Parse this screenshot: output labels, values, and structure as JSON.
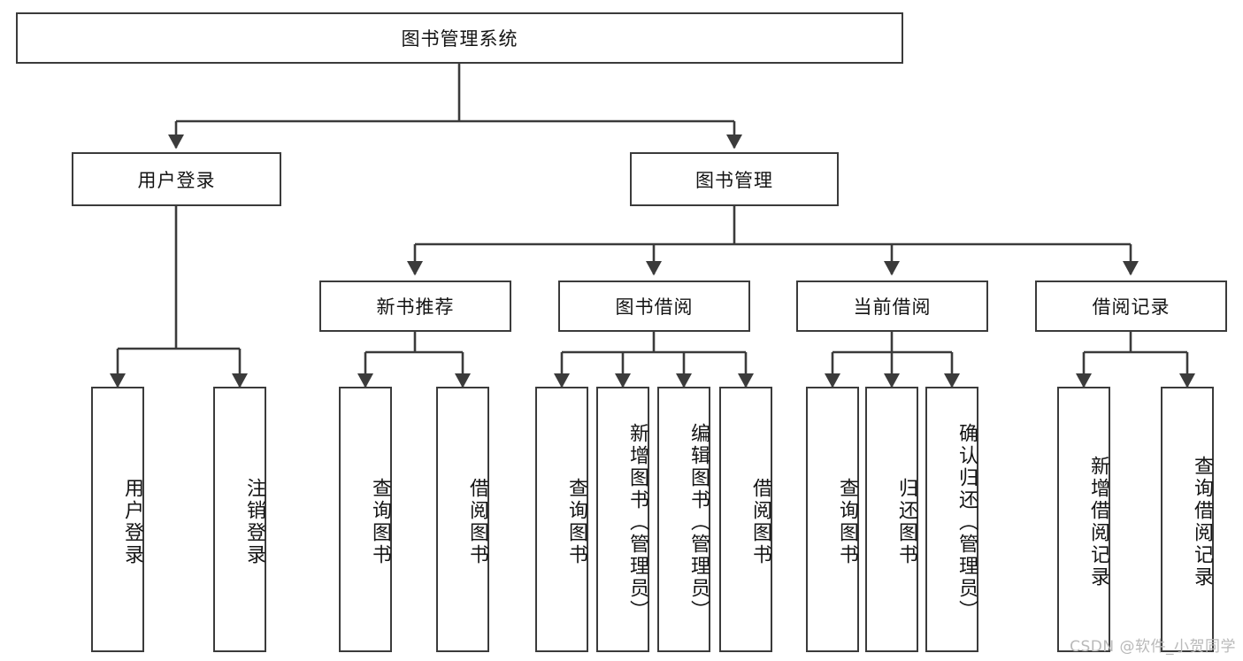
{
  "diagram": {
    "title_node": {
      "label": "图书管理系统"
    },
    "level2": [
      {
        "id": "user-login",
        "label": "用户登录"
      },
      {
        "id": "book-management",
        "label": "图书管理"
      }
    ],
    "level3": [
      {
        "id": "new-book-recommend",
        "label": "新书推荐"
      },
      {
        "id": "book-borrow",
        "label": "图书借阅"
      },
      {
        "id": "current-borrow",
        "label": "当前借阅"
      },
      {
        "id": "borrow-record",
        "label": "借阅记录"
      }
    ],
    "leaves": [
      {
        "id": "leaf-user-login",
        "label": "用户登录",
        "parent": "user-login"
      },
      {
        "id": "leaf-logout-login",
        "label": "注销登录",
        "parent": "user-login"
      },
      {
        "id": "leaf-query-book-1",
        "label": "查询图书",
        "parent": "new-book-recommend"
      },
      {
        "id": "leaf-borrow-book-1",
        "label": "借阅图书",
        "parent": "new-book-recommend"
      },
      {
        "id": "leaf-query-book-2",
        "label": "查询图书",
        "parent": "book-borrow"
      },
      {
        "id": "leaf-add-book",
        "label": "新增图书（管理员）",
        "parent": "book-borrow"
      },
      {
        "id": "leaf-edit-book",
        "label": "编辑图书（管理员）",
        "parent": "book-borrow"
      },
      {
        "id": "leaf-borrow-book-2",
        "label": "借阅图书",
        "parent": "book-borrow"
      },
      {
        "id": "leaf-query-book-3",
        "label": "查询图书",
        "parent": "current-borrow"
      },
      {
        "id": "leaf-return-book",
        "label": "归还图书",
        "parent": "current-borrow"
      },
      {
        "id": "leaf-confirm-return",
        "label": "确认归还（管理员）",
        "parent": "current-borrow"
      },
      {
        "id": "leaf-add-record",
        "label": "新增借阅记录",
        "parent": "borrow-record"
      },
      {
        "id": "leaf-query-record",
        "label": "查询借阅记录",
        "parent": "borrow-record"
      }
    ],
    "watermark": "CSDN @软件_小贺同学",
    "colors": {
      "border": "#3b3b3b",
      "fill": "#ffffff",
      "text": "#141414",
      "watermark": "#b9b9b9"
    }
  }
}
